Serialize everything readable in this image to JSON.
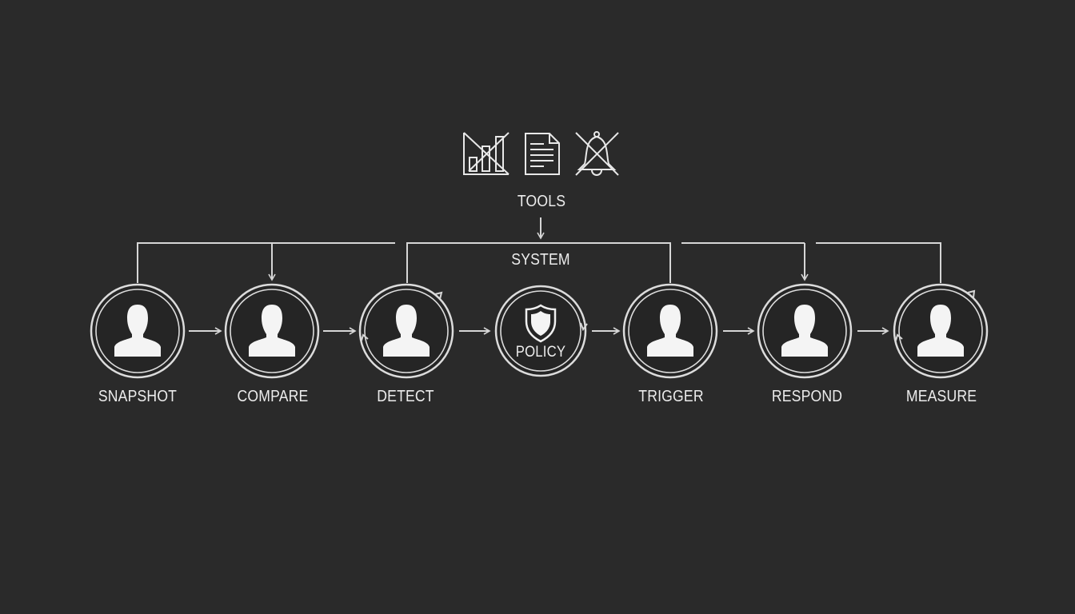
{
  "tools": {
    "label": "TOOLS",
    "icons": [
      "bar-chart-crossed-icon",
      "document-icon",
      "bell-crossed-icon"
    ]
  },
  "system": {
    "label": "SYSTEM"
  },
  "steps": [
    {
      "label": "SNAPSHOT",
      "icon": "person-icon"
    },
    {
      "label": "COMPARE",
      "icon": "person-icon"
    },
    {
      "label": "DETECT",
      "icon": "person-icon"
    },
    {
      "label": "POLICY",
      "icon": "shield-icon"
    },
    {
      "label": "TRIGGER",
      "icon": "person-icon"
    },
    {
      "label": "RESPOND",
      "icon": "person-icon"
    },
    {
      "label": "MEASURE",
      "icon": "person-icon"
    }
  ],
  "colors": {
    "background": "#2a2a2a",
    "stroke": "#dcdcdc"
  }
}
